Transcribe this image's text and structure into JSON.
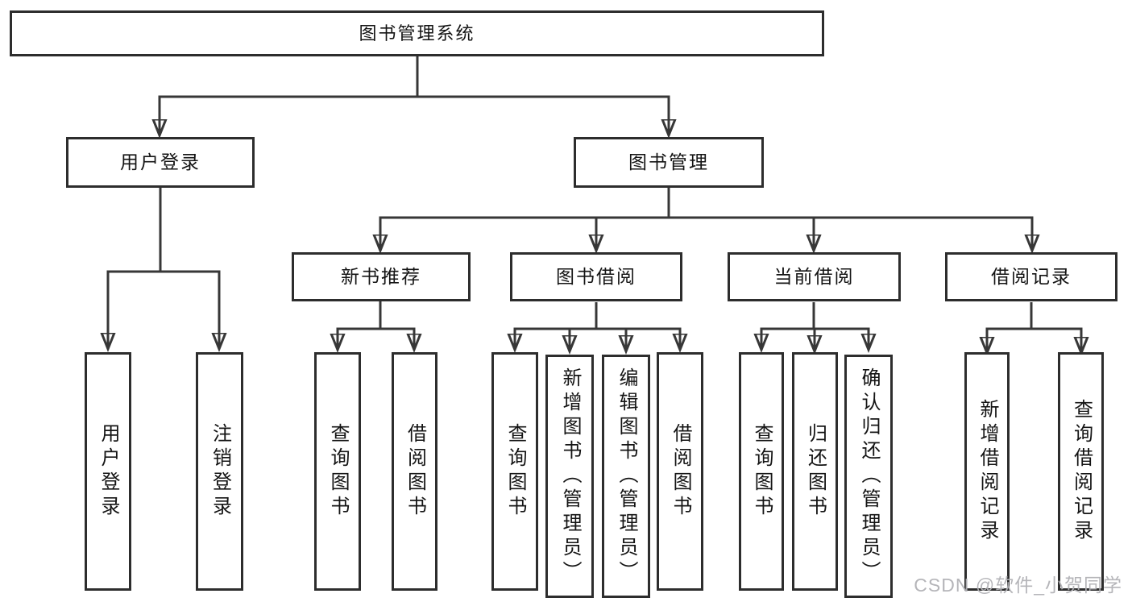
{
  "diagram": {
    "root": {
      "label": "图书管理系统"
    },
    "user_login_branch": {
      "label": "用户登录",
      "children": {
        "user_login": {
          "label": "用户登录"
        },
        "logout": {
          "label": "注销登录"
        }
      }
    },
    "book_management_branch": {
      "label": "图书管理",
      "sections": {
        "new_book_recommendation": {
          "label": "新书推荐",
          "children": {
            "query_books": {
              "label": "查询图书"
            },
            "borrow_books": {
              "label": "借阅图书"
            }
          }
        },
        "book_borrowing": {
          "label": "图书借阅",
          "children": {
            "query_books": {
              "label": "查询图书"
            },
            "add_books_admin": {
              "label": "新增图书（管理员）"
            },
            "edit_books_admin": {
              "label": "编辑图书（管理员）"
            },
            "borrow_books": {
              "label": "借阅图书"
            }
          }
        },
        "current_borrowing": {
          "label": "当前借阅",
          "children": {
            "query_books": {
              "label": "查询图书"
            },
            "return_books": {
              "label": "归还图书"
            },
            "confirm_return_admin": {
              "label": "确认归还（管理员）"
            }
          }
        },
        "borrowing_records": {
          "label": "借阅记录",
          "children": {
            "add_borrow_record": {
              "label": "新增借阅记录"
            },
            "query_borrow_record": {
              "label": "查询借阅记录"
            }
          }
        }
      }
    }
  },
  "colors": {
    "line": "#373737",
    "border": "#2d2d2d",
    "text": "#141414",
    "watermark": "#b1b1b5"
  },
  "watermark": {
    "text": "CSDN @软件_小贺同学"
  }
}
